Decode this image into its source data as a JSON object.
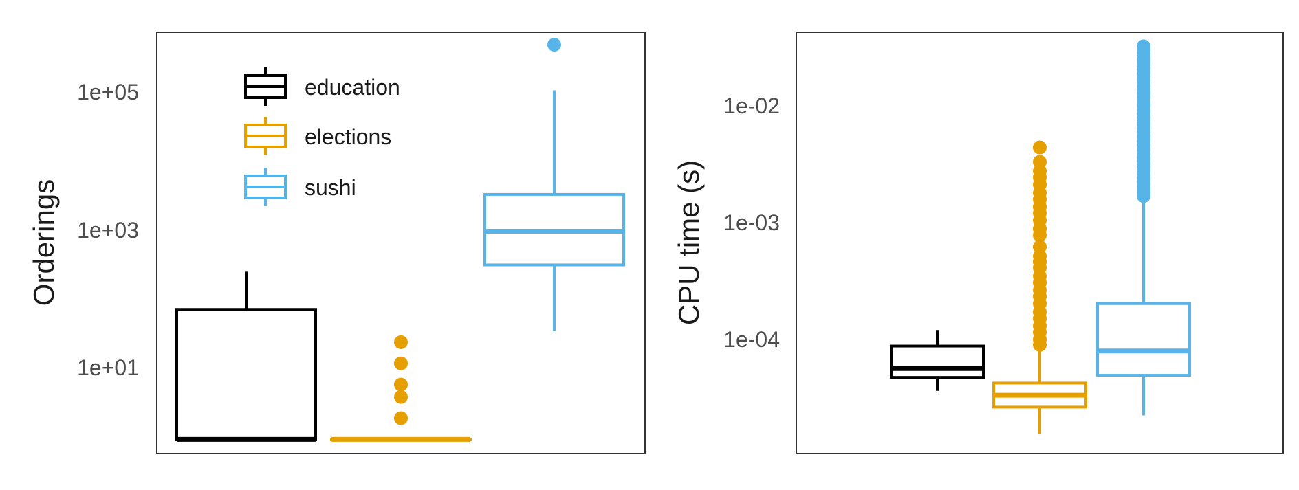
{
  "chart_data": [
    {
      "type": "boxplot",
      "ylabel": "Orderings",
      "yscale": "log",
      "ylim": [
        0.63,
        600000
      ],
      "yticks": [
        {
          "value": 10,
          "label": "1e+01"
        },
        {
          "value": 1000,
          "label": "1e+03"
        },
        {
          "value": 100000,
          "label": "1e+05"
        }
      ],
      "legend": {
        "position": "top-left",
        "entries": [
          "education",
          "elections",
          "sushi"
        ]
      },
      "series": [
        {
          "name": "education",
          "color": "#000000",
          "whisker_low": 1,
          "q1": 1,
          "median": 1,
          "q3": 70,
          "whisker_high": 240,
          "outliers": []
        },
        {
          "name": "elections",
          "color": "#E69F00",
          "whisker_low": 1,
          "q1": 1,
          "median": 1,
          "q3": 1,
          "whisker_high": 1,
          "outliers": [
            2,
            4,
            6,
            12,
            24
          ]
        },
        {
          "name": "sushi",
          "color": "#56B4E9",
          "whisker_low": 35,
          "q1": 300,
          "median": 900,
          "q3": 3000,
          "whisker_high": 90000,
          "outliers": [
            400000
          ]
        }
      ]
    },
    {
      "type": "boxplot",
      "ylabel": "CPU time (s)",
      "yscale": "log",
      "ylim": [
        1.1e-05,
        0.038
      ],
      "yticks": [
        {
          "value": 0.0001,
          "label": "1e-04"
        },
        {
          "value": 0.001,
          "label": "1e-03"
        },
        {
          "value": 0.01,
          "label": "1e-02"
        }
      ],
      "series": [
        {
          "name": "education",
          "color": "#000000",
          "whisker_low": 3.7e-05,
          "q1": 4.8e-05,
          "median": 5.7e-05,
          "q3": 8.8e-05,
          "whisker_high": 0.00012,
          "outliers": []
        },
        {
          "name": "elections",
          "color": "#E69F00",
          "whisker_low": 1.6e-05,
          "q1": 2.7e-05,
          "median": 3.4e-05,
          "q3": 4.3e-05,
          "whisker_high": 8.8e-05,
          "outliers": [
            9e-05,
            0.0001,
            0.000115,
            0.00013,
            0.00015,
            0.00017,
            0.0002,
            0.00023,
            0.00026,
            0.0003,
            0.00034,
            0.0004,
            0.00045,
            0.0005,
            0.0006,
            0.00075,
            0.00085,
            0.001,
            0.00115,
            0.0013,
            0.0015,
            0.0017,
            0.002,
            0.0023,
            0.0026,
            0.0031,
            0.0041
          ]
        },
        {
          "name": "sushi",
          "color": "#56B4E9",
          "whisker_low": 2.3e-05,
          "q1": 5e-05,
          "median": 8e-05,
          "q3": 0.0002,
          "whisker_high": 0.0016,
          "outliers": [
            0.0016,
            0.0017,
            0.0018,
            0.0019,
            0.002,
            0.0022,
            0.0024,
            0.0026,
            0.0028,
            0.003,
            0.0033,
            0.0036,
            0.004,
            0.0044,
            0.0048,
            0.0052,
            0.0057,
            0.0062,
            0.0068,
            0.0075,
            0.0082,
            0.009,
            0.0098,
            0.011,
            0.012,
            0.013,
            0.0145,
            0.016,
            0.0175,
            0.019,
            0.021,
            0.023,
            0.025,
            0.027,
            0.029
          ]
        }
      ]
    }
  ]
}
